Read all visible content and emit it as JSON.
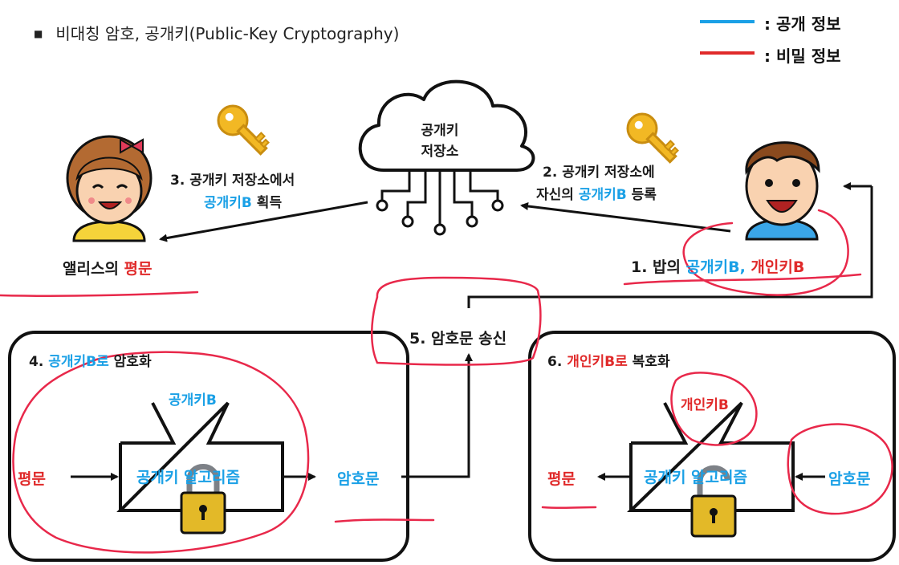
{
  "title": "비대칭 암호, 공개키(Public-Key Cryptography)",
  "legend": {
    "public": {
      "label": ": 공개 정보",
      "color": "#1aa0e6"
    },
    "secret": {
      "label": ": 비밀 정보",
      "color": "#e02a2a"
    }
  },
  "cloud": {
    "line1": "공개키",
    "line2": "저장소"
  },
  "alice": {
    "name": "앨리스의 ",
    "plaintext": "평문"
  },
  "bob": {
    "prefix": "1. 밥의 ",
    "public_key": "공개키B, ",
    "private_key": "개인키B"
  },
  "step2": {
    "line1": "2. 공개키 저장소에",
    "line2_prefix": "자신의 ",
    "line2_key": "공개키B",
    "line2_suffix": " 등록"
  },
  "step3": {
    "line1": "3. 공개키 저장소에서",
    "line2_key": "공개키B",
    "line2_suffix": " 획득"
  },
  "step5": "5. 암호문 송신",
  "encrypt_box": {
    "step_prefix": "4. ",
    "step_key": "공개키B로",
    "step_suffix": " 암호화",
    "key_label": "공개키B",
    "input": "평문",
    "algorithm": "공개키 알고리즘",
    "output": "암호문"
  },
  "decrypt_box": {
    "step_prefix": "6. ",
    "step_key": "개인키B로",
    "step_suffix": " 복호화",
    "key_label": "개인키B",
    "input": "암호문",
    "algorithm": "공개키 알고리즘",
    "output": "평문"
  },
  "colors": {
    "public": "#1aa0e6",
    "secret": "#e02a2a",
    "annotation": "#e8284a",
    "key": "#f2b824",
    "lock": "#e3b928"
  },
  "icons": [
    "key-icon",
    "lock-icon",
    "unlock-icon",
    "cloud-icon",
    "alice-avatar",
    "bob-avatar"
  ]
}
